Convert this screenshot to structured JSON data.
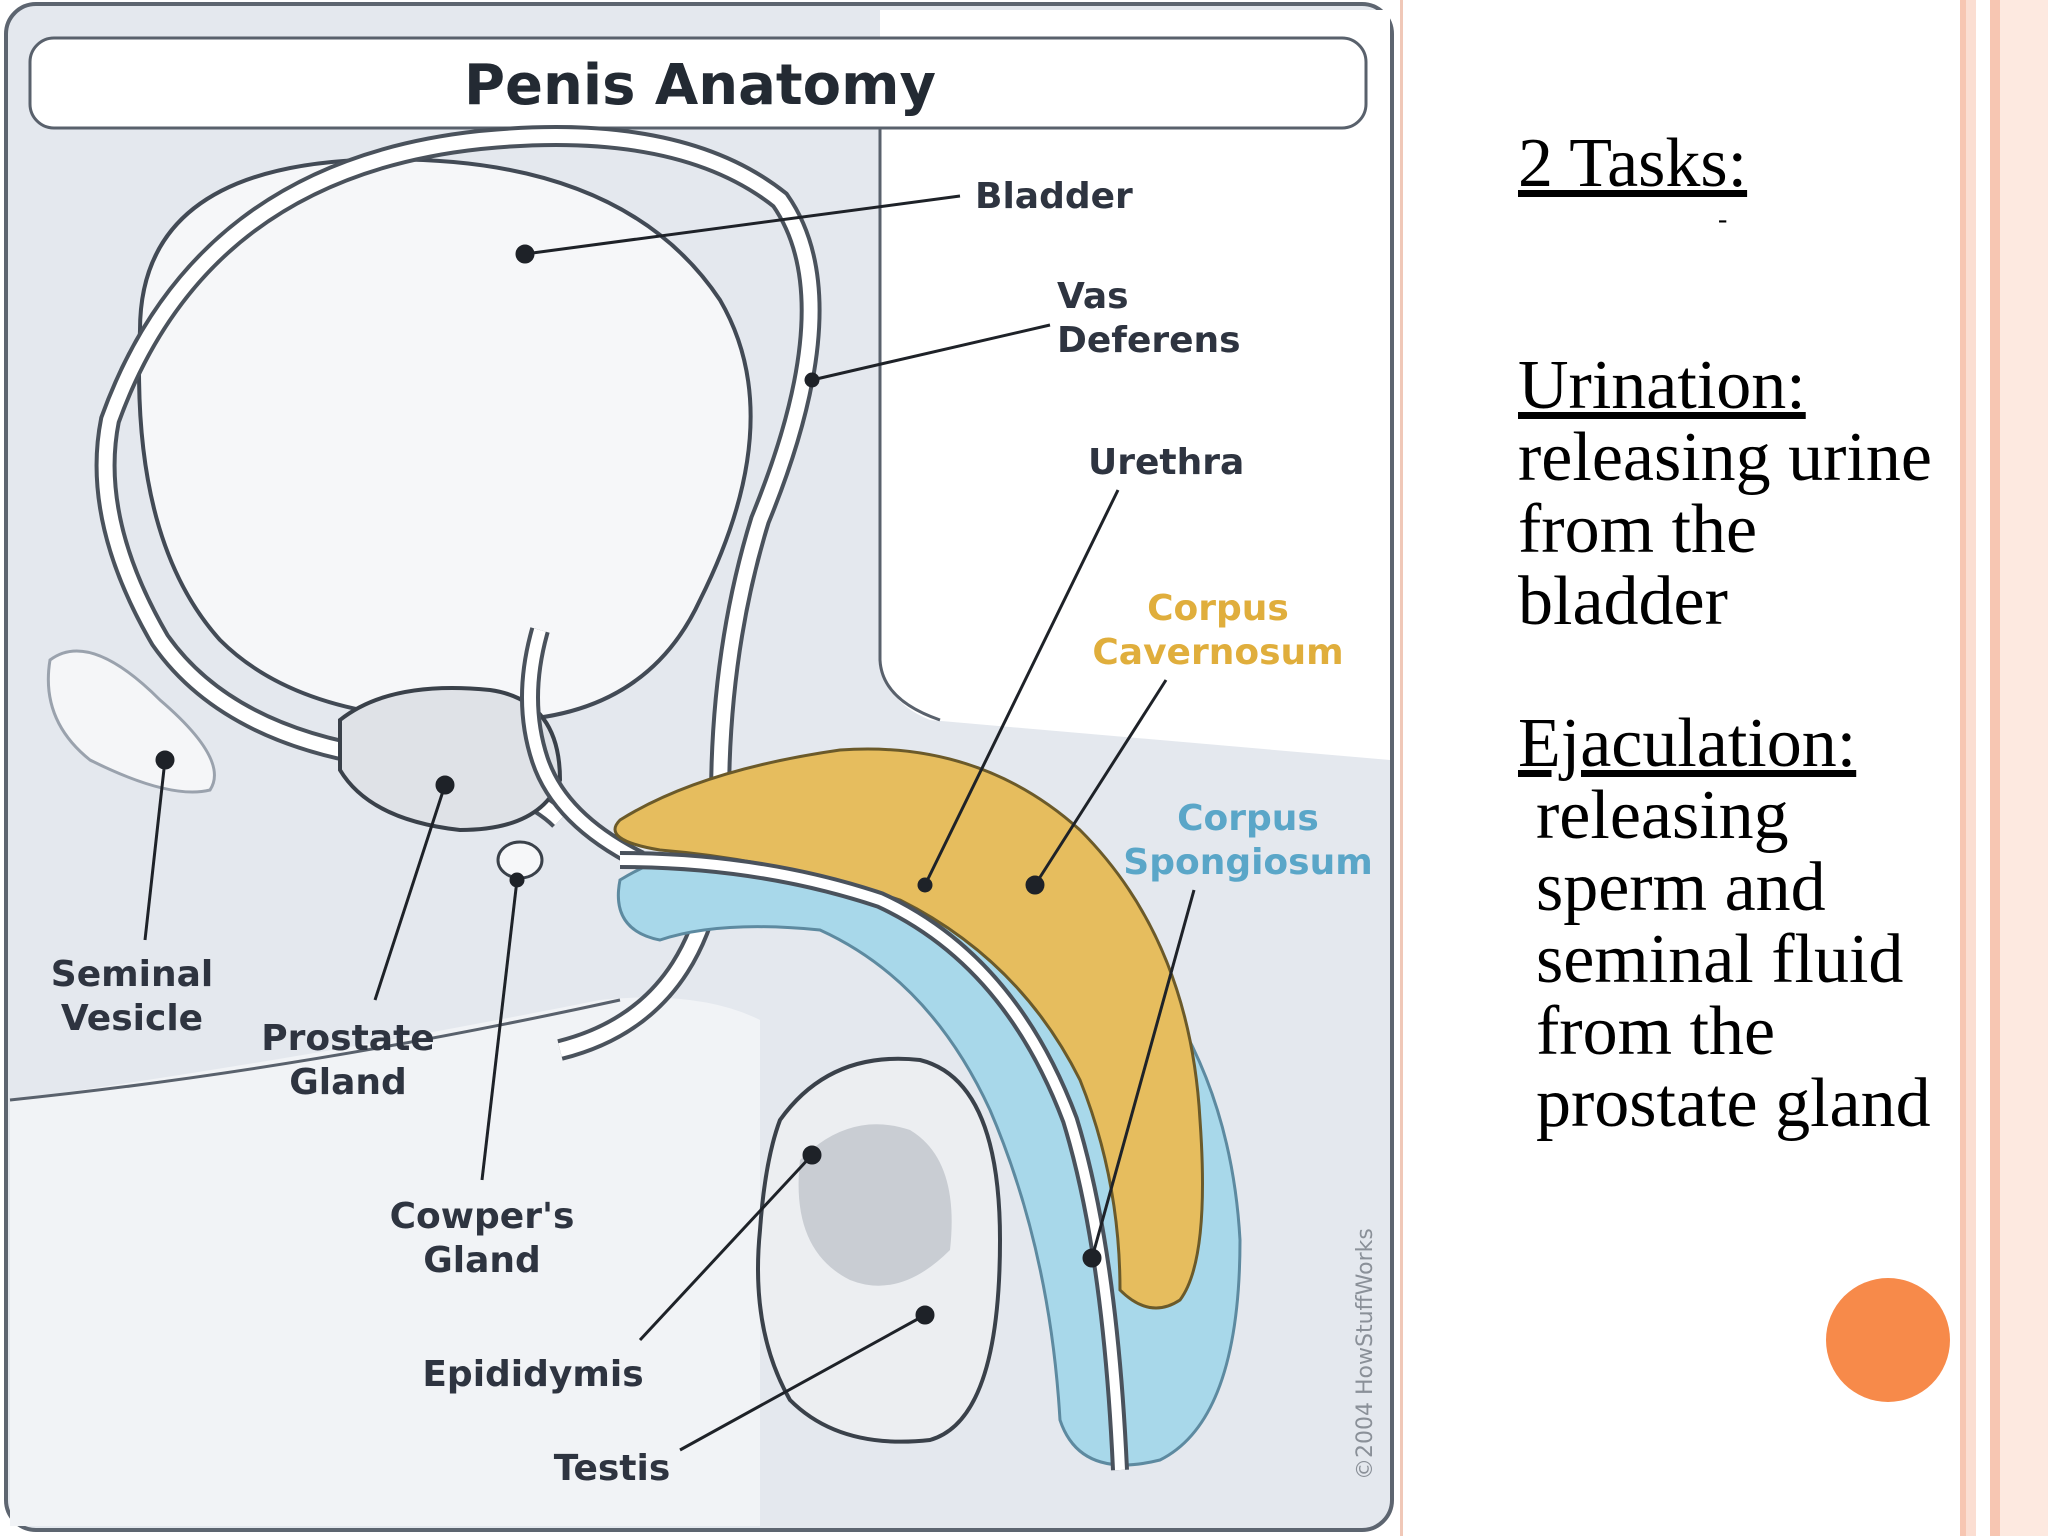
{
  "diagram": {
    "title": "Penis Anatomy",
    "labels": {
      "bladder": "Bladder",
      "vas_deferens_1": "Vas",
      "vas_deferens_2": "Deferens",
      "urethra": "Urethra",
      "corpus_cavernosum_1": "Corpus",
      "corpus_cavernosum_2": "Cavernosum",
      "corpus_spongiosum_1": "Corpus",
      "corpus_spongiosum_2": "Spongiosum",
      "seminal_vesicle_1": "Seminal",
      "seminal_vesicle_2": "Vesicle",
      "prostate_gland_1": "Prostate",
      "prostate_gland_2": "Gland",
      "cowpers_gland_1": "Cowper's",
      "cowpers_gland_2": "Gland",
      "epididymis": "Epididymis",
      "testis": "Testis"
    },
    "copyright": "©2004 HowStuffWorks"
  },
  "tasks": {
    "heading": "2 Tasks:",
    "dash": "-",
    "urination_title": "Urination:",
    "urination_desc": "releasing urine from the bladder",
    "ejaculation_title": "Ejaculation:",
    "ejaculation_desc": "releasing sperm and seminal fluid from the prostate gland"
  },
  "colors": {
    "background": "#ffffff",
    "accent_stripe": "#f7c6b2",
    "orange_dot": "#f78a4a",
    "corpus_cavernosum": "#e6bd5e",
    "corpus_spongiosum": "#a8d8ea"
  }
}
